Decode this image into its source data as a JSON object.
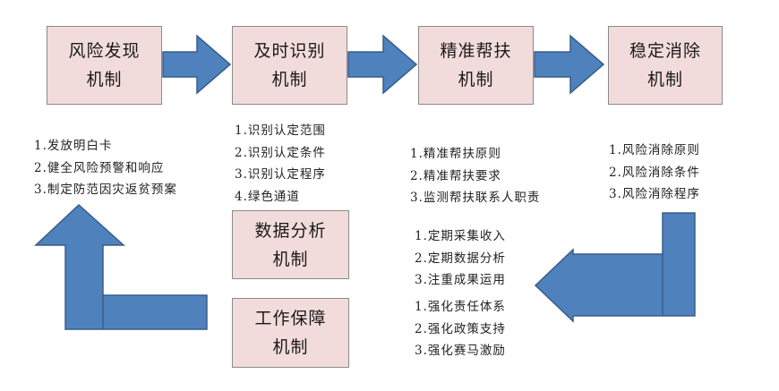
{
  "colors": {
    "box_fill": "#f2dcdb",
    "box_border": "#8a8a8a",
    "arrow_fill": "#4f81bd",
    "arrow_stroke": "#385d8a"
  },
  "boxes": {
    "risk_discovery": {
      "line1": "风险发现",
      "line2": "机制"
    },
    "timely_identification": {
      "line1": "及时识别",
      "line2": "机制"
    },
    "precise_assistance": {
      "line1": "精准帮扶",
      "line2": "机制"
    },
    "stable_elimination": {
      "line1": "稳定消除",
      "line2": "机制"
    },
    "data_analysis": {
      "line1": "数据分析",
      "line2": "机制"
    },
    "work_guarantee": {
      "line1": "工作保障",
      "line2": "机制"
    }
  },
  "lists": {
    "risk_discovery_items": [
      "1.发放明白卡",
      "2.健全风险预警和响应",
      "3.制定防范因灾返贫预案"
    ],
    "identification_items": [
      "1.识别认定范围",
      "2.识别认定条件",
      "3.识别认定程序",
      "4.绿色通道"
    ],
    "assistance_items": [
      "1.精准帮扶原则",
      "2.精准帮扶要求",
      "3.监测帮扶联系人职责"
    ],
    "elimination_items": [
      "1.风险消除原则",
      "2.风险消除条件",
      "3.风险消除程序"
    ],
    "data_analysis_items": [
      "1.定期采集收入",
      "2.定期数据分析",
      "3.注重成果运用"
    ],
    "work_guarantee_items": [
      "1.强化责任体系",
      "2.强化政策支持",
      "3.强化赛马激励"
    ]
  }
}
